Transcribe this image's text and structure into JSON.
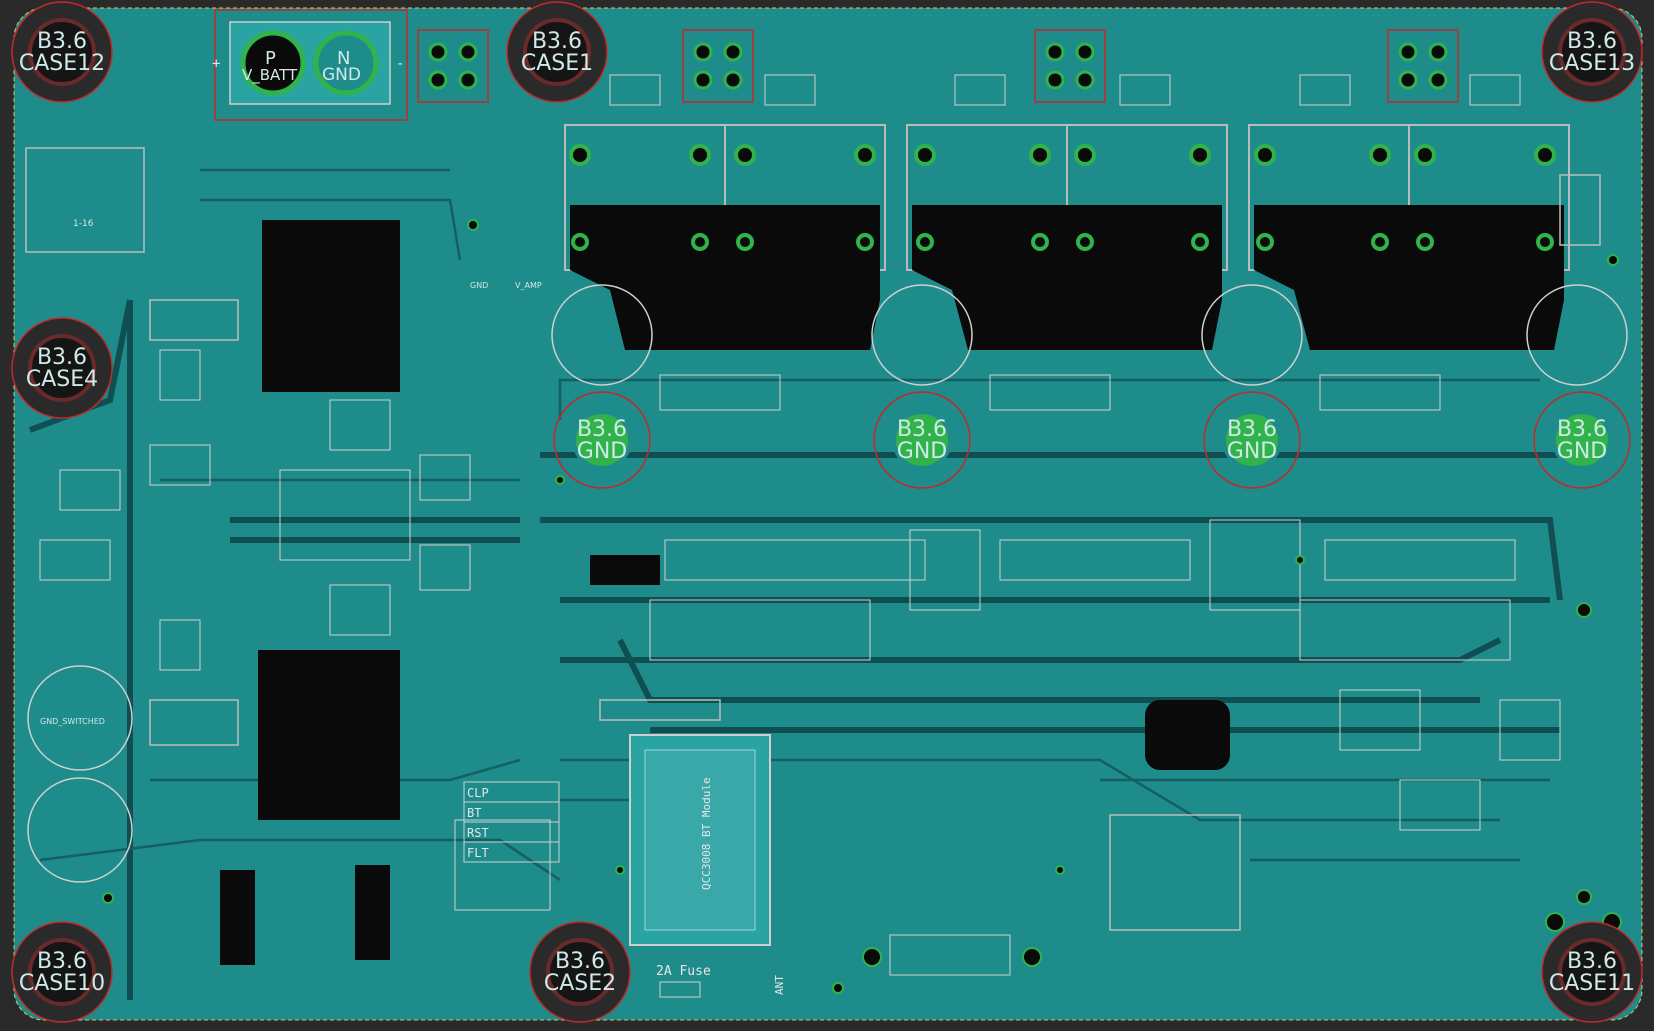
{
  "colors": {
    "background": "#2a2a2a",
    "copper": "#1f8c8c",
    "copper_light": "#2aa3a3",
    "trace": "#0f4f52",
    "silkscreen": "#e6e6e6",
    "pad_green": "#2fb34a",
    "keepout_red": "#c02a2a",
    "dark": "#0a0a0a"
  },
  "mounting_holes": [
    {
      "size": "B3.6",
      "net": "CASE12"
    },
    {
      "size": "B3.6",
      "net": "CASE1"
    },
    {
      "size": "B3.6",
      "net": "CASE13"
    },
    {
      "size": "B3.6",
      "net": "CASE4"
    },
    {
      "size": "B3.6",
      "net": "CASE10"
    },
    {
      "size": "B3.6",
      "net": "CASE2"
    },
    {
      "size": "B3.6",
      "net": "CASE11"
    },
    {
      "size": "B3.6",
      "net": "GND"
    },
    {
      "size": "B3.6",
      "net": "GND"
    },
    {
      "size": "B3.6",
      "net": "GND"
    },
    {
      "size": "B3.6",
      "net": "GND"
    }
  ],
  "battery_connector": {
    "pin_p": "P",
    "pin_n": "N",
    "net_p": "V_BATT",
    "net_n": "GND",
    "plus": "+",
    "minus": "-"
  },
  "small_labels": {
    "gnd": "GND",
    "vamp": "V_AMP",
    "switched": "GND_SWITCHED",
    "pad_ref": "1-16"
  },
  "button_labels": [
    "CLP",
    "BT",
    "RST",
    "FLT"
  ],
  "bt_module": "QCC3008 BT Module",
  "fuse_label": "2A Fuse",
  "antenna_label": "ANT"
}
